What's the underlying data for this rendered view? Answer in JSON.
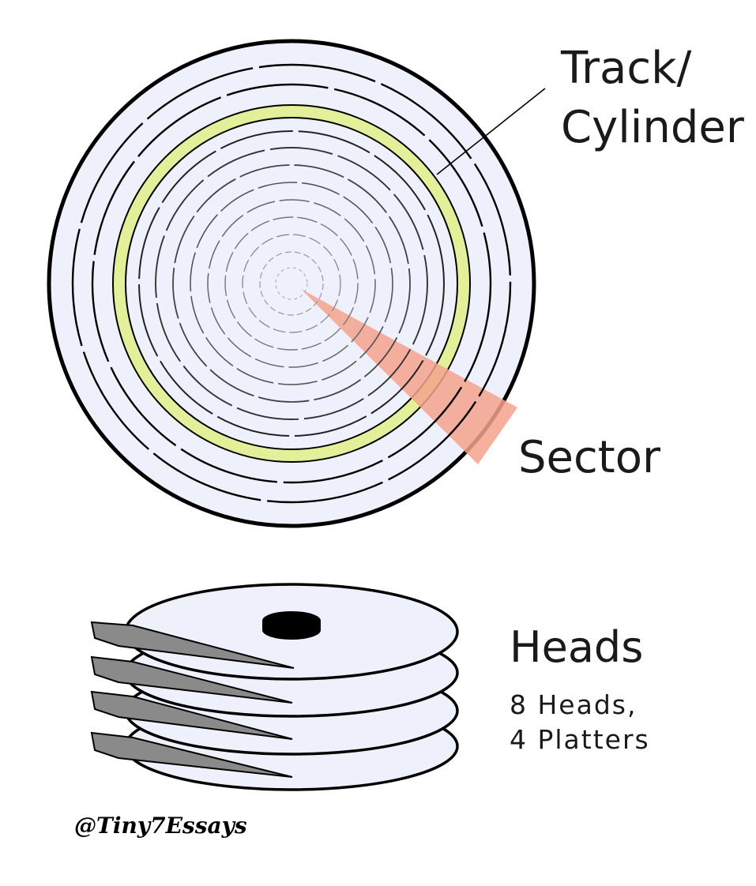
{
  "labels": {
    "track_line1": "Track/",
    "track_line2": "Cylinder",
    "sector": "Sector",
    "heads_title": "Heads",
    "heads_line1": "8 Heads,",
    "heads_line2": "4 Platters"
  },
  "watermark": "@Tiny7Essays",
  "colors": {
    "platter_fill": "#eef0fb",
    "highlight_track": "#e4ef9a",
    "sector_fill": "#f5a28c",
    "outline": "#000000",
    "head_arm": "#8a8a8a",
    "spindle": "#000000"
  }
}
